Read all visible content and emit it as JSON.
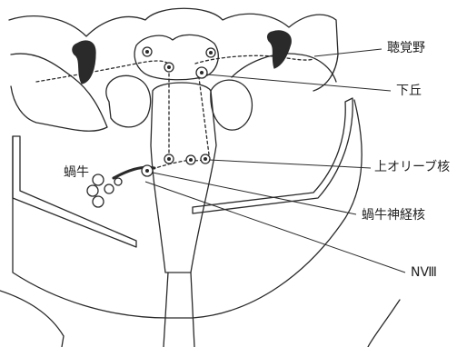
{
  "figure": {
    "labels": {
      "auditory_cortex": "聴覚野",
      "inferior_colliculus": "下丘",
      "superior_olive": "上オリーブ核",
      "cochlea": "蝸牛",
      "cochlear_nucleus": "蝸牛神経核",
      "nerve": "NⅧ"
    },
    "colors": {
      "ink": "#2a2a2a",
      "background": "#ffffff"
    }
  }
}
